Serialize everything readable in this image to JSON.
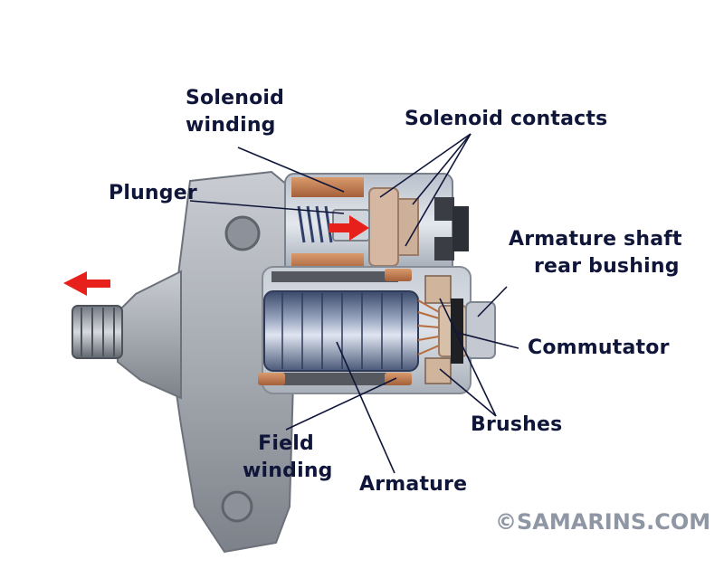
{
  "labels": {
    "solenoid_winding_l1": "Solenoid",
    "solenoid_winding_l2": "winding",
    "solenoid_contacts": "Solenoid contacts",
    "plunger": "Plunger",
    "armature_shaft_l1": "Armature shaft",
    "armature_shaft_l2": "rear bushing",
    "commutator": "Commutator",
    "brushes": "Brushes",
    "field_winding_l1": "Field",
    "field_winding_l2": "winding",
    "armature": "Armature"
  },
  "watermark": "©SAMARINS.COM",
  "colors": {
    "label_text": "#10163a",
    "leader_line": "#10163a",
    "arrow": "#e8201c",
    "housing": "#9a9ea6",
    "copper": "#c47a4c",
    "watermark": "#8f96a4"
  }
}
